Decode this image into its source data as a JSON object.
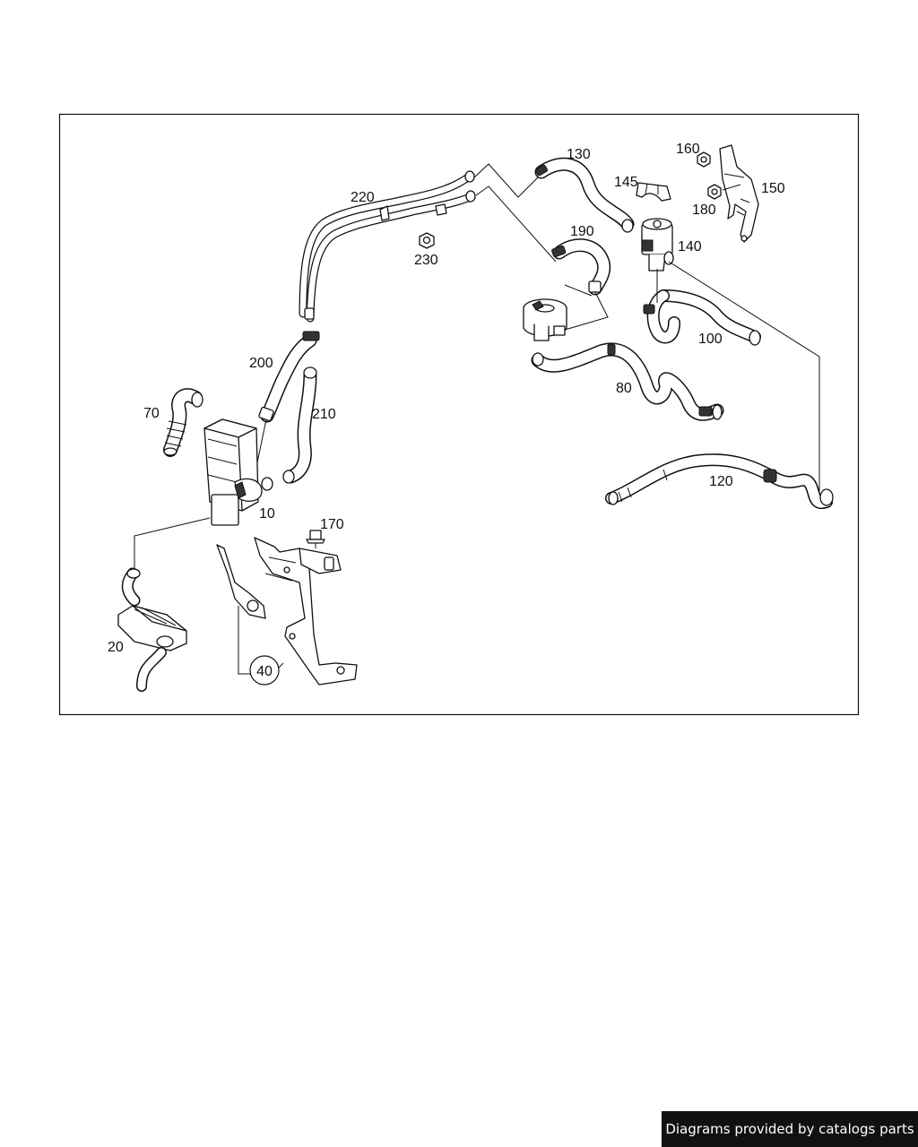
{
  "diagram": {
    "callouts": {
      "c10": "10",
      "c20": "20",
      "c40": "40",
      "c70": "70",
      "c80": "80",
      "c100": "100",
      "c120": "120",
      "c130": "130",
      "c140": "140",
      "c145": "145",
      "c150": "150",
      "c160": "160",
      "c170": "170",
      "c180": "180",
      "c190": "190",
      "c200": "200",
      "c210": "210",
      "c220": "220",
      "c230": "230"
    }
  },
  "footer": {
    "credit": "Diagrams provided by catalogs parts"
  }
}
